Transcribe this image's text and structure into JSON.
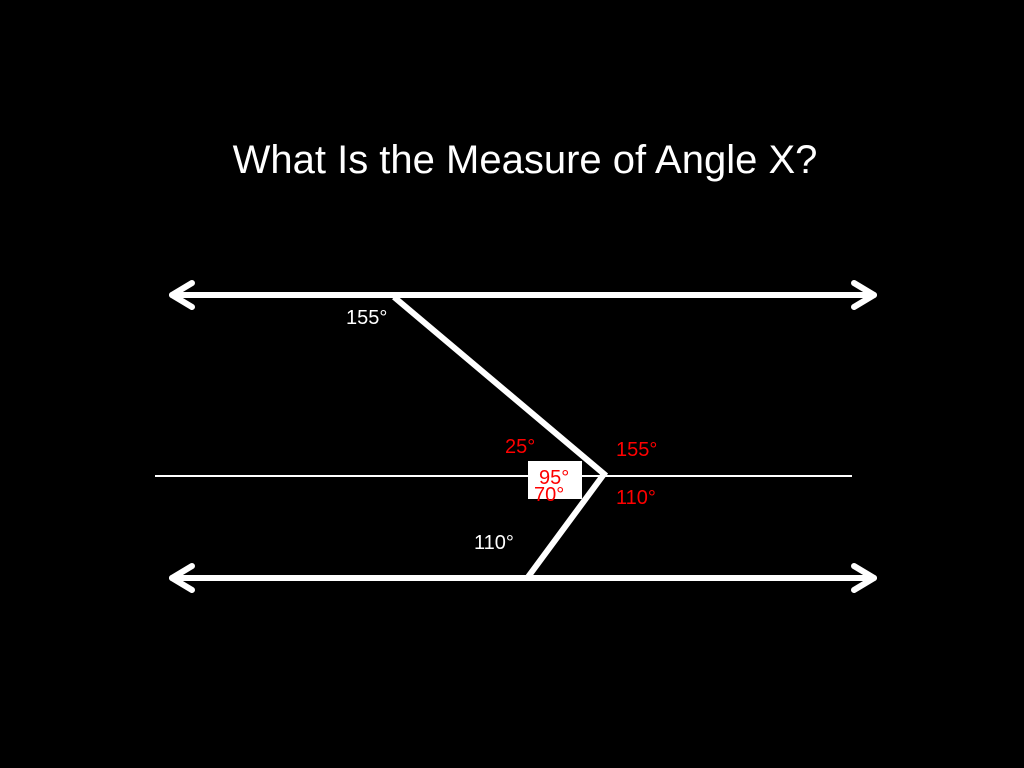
{
  "slide": {
    "title": "What Is the Measure of Angle X?",
    "colors": {
      "background": "#000000",
      "lines": "#ffffff",
      "given_labels": "#ffffff",
      "answer_labels": "#ff0000",
      "cover_box": "#ffffff"
    }
  },
  "diagram": {
    "labels": {
      "angle_top_155": "155°",
      "angle_25": "25°",
      "angle_right_155": "155°",
      "angle_x_95": "95°",
      "angle_70": "70°",
      "angle_right_110": "110°",
      "angle_bottom_110": "110°"
    }
  }
}
